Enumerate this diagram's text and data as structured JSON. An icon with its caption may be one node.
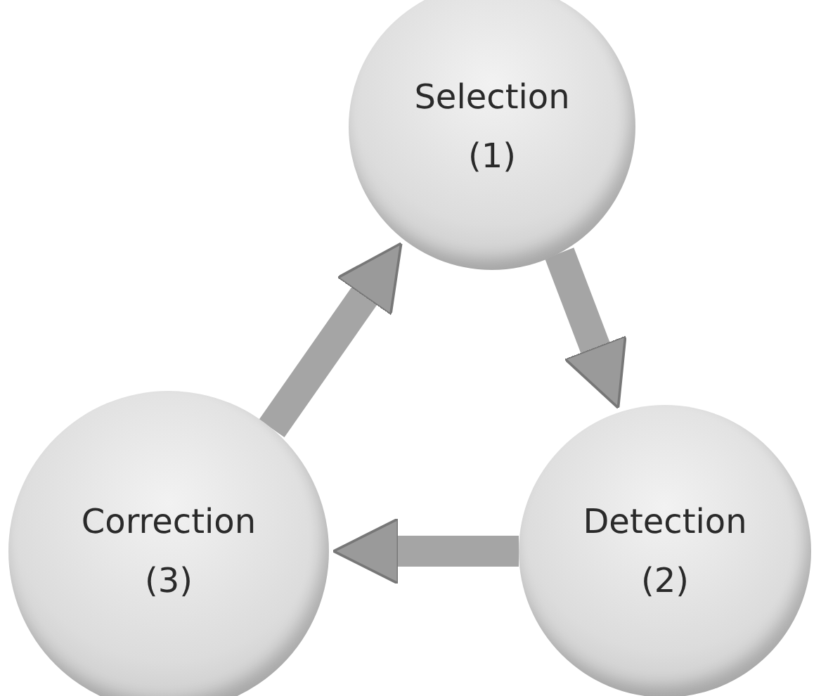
{
  "diagram": {
    "nodes": [
      {
        "text": [
          "Selection",
          "(1)"
        ]
      },
      {
        "text": [
          "Detection",
          "(2)"
        ]
      },
      {
        "text": [
          "Correction",
          "(3)"
        ]
      }
    ],
    "edges": [
      {
        "from": 0,
        "to": 1,
        "arrow": "to"
      },
      {
        "from": 1,
        "to": 2,
        "arrow": "to"
      },
      {
        "from": 2,
        "to": 0,
        "arrow": "to"
      }
    ]
  }
}
